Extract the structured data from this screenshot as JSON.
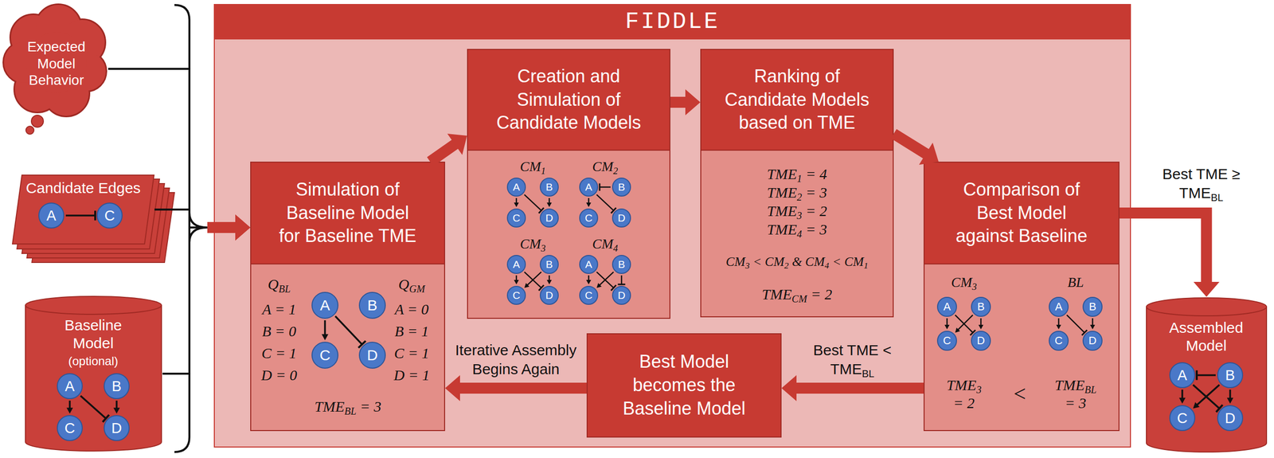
{
  "diagram": {
    "nodes": [
      {
        "text": [
          "Expected Model Behavior"
        ]
      },
      {
        "text": [
          "Candidate Edges"
        ]
      },
      {
        "text": [
          "A"
        ],
        "in": 1
      },
      {
        "text": [
          "C"
        ],
        "in": 1
      },
      {
        "text": [
          "Baseline Model",
          "(optional)"
        ]
      },
      {
        "text": [
          "A"
        ],
        "in": 4
      },
      {
        "text": [
          "B"
        ],
        "in": 4
      },
      {
        "text": [
          "C"
        ],
        "in": 4
      },
      {
        "text": [
          "D"
        ],
        "in": 4
      },
      {
        "text": [
          "FIDDLE"
        ]
      },
      {
        "text": [
          "Simulation of Baseline Model for Baseline TME",
          "QBL",
          "A = 1",
          "B = 0",
          "C = 1",
          "D = 0",
          "QGM",
          "A = 0",
          "B = 1",
          "C = 1",
          "D = 1",
          "TMEBL = 3"
        ],
        "in": 9
      },
      {
        "text": [
          "A"
        ],
        "in": 10
      },
      {
        "text": [
          "B"
        ],
        "in": 10
      },
      {
        "text": [
          "C"
        ],
        "in": 10
      },
      {
        "text": [
          "D"
        ],
        "in": 10
      },
      {
        "text": [
          "Creation and Simulation of Candidate Models",
          "CM1",
          "CM2",
          "CM3",
          "CM4"
        ],
        "in": 9
      },
      {
        "text": [
          "A"
        ],
        "in": 15
      },
      {
        "text": [
          "B"
        ],
        "in": 15
      },
      {
        "text": [
          "C"
        ],
        "in": 15
      },
      {
        "text": [
          "D"
        ],
        "in": 15
      },
      {
        "text": [
          "A"
        ],
        "in": 15
      },
      {
        "text": [
          "B"
        ],
        "in": 15
      },
      {
        "text": [
          "C"
        ],
        "in": 15
      },
      {
        "text": [
          "D"
        ],
        "in": 15
      },
      {
        "text": [
          "A"
        ],
        "in": 15
      },
      {
        "text": [
          "B"
        ],
        "in": 15
      },
      {
        "text": [
          "C"
        ],
        "in": 15
      },
      {
        "text": [
          "D"
        ],
        "in": 15
      },
      {
        "text": [
          "A"
        ],
        "in": 15
      },
      {
        "text": [
          "B"
        ],
        "in": 15
      },
      {
        "text": [
          "C"
        ],
        "in": 15
      },
      {
        "text": [
          "D"
        ],
        "in": 15
      },
      {
        "text": [
          "Ranking of Candidate Models based on TME",
          "TME1 = 4",
          "TME2 = 3",
          "TME3 = 2",
          "TME4 = 3",
          "CM3 < CM2 & CM4 < CM1",
          "TMECM = 2"
        ],
        "in": 9
      },
      {
        "text": [
          "Comparison of Best Model against Baseline",
          "CM3",
          "BL",
          "TME3 = 2",
          "<",
          "TMEBL = 3"
        ],
        "in": 9
      },
      {
        "text": [
          "A"
        ],
        "in": 33
      },
      {
        "text": [
          "B"
        ],
        "in": 33
      },
      {
        "text": [
          "C"
        ],
        "in": 33
      },
      {
        "text": [
          "D"
        ],
        "in": 33
      },
      {
        "text": [
          "A"
        ],
        "in": 33
      },
      {
        "text": [
          "B"
        ],
        "in": 33
      },
      {
        "text": [
          "C"
        ],
        "in": 33
      },
      {
        "text": [
          "D"
        ],
        "in": 33
      },
      {
        "text": [
          "Best Model becomes the Baseline Model"
        ],
        "in": 9
      },
      {
        "text": [
          "Assembled Model"
        ]
      },
      {
        "text": [
          "A"
        ],
        "in": 43
      },
      {
        "text": [
          "B"
        ],
        "in": 43
      },
      {
        "text": [
          "C"
        ],
        "in": 43
      },
      {
        "text": [
          "D"
        ],
        "in": 43
      }
    ],
    "edges": [
      {
        "from": 0,
        "to": 10,
        "arrow": "to"
      },
      {
        "from": 1,
        "to": 10,
        "arrow": "to"
      },
      {
        "from": 4,
        "to": 10,
        "arrow": "to"
      },
      {
        "from": 10,
        "to": 15,
        "arrow": "to"
      },
      {
        "from": 15,
        "to": 32,
        "arrow": "to"
      },
      {
        "from": 32,
        "to": 33,
        "arrow": "to"
      },
      {
        "from": 33,
        "to": 43,
        "label": "Best TME ≥ TMEBL",
        "arrow": "to"
      },
      {
        "from": 33,
        "to": 42,
        "label": "Best TME < TMEBL",
        "arrow": "to"
      },
      {
        "from": 42,
        "to": 10,
        "label": "Iterative Assembly Begins Again",
        "arrow": "to"
      },
      {
        "from": 2,
        "to": 3,
        "arrow": "to"
      },
      {
        "from": 5,
        "to": 7,
        "arrow": "to"
      },
      {
        "from": 6,
        "to": 8,
        "arrow": "to"
      },
      {
        "from": 5,
        "to": 8,
        "arrow": "to"
      },
      {
        "from": 11,
        "to": 13,
        "arrow": "to"
      },
      {
        "from": 11,
        "to": 14,
        "arrow": "to"
      },
      {
        "from": 16,
        "to": 18,
        "arrow": "to"
      },
      {
        "from": 16,
        "to": 19,
        "arrow": "to"
      },
      {
        "from": 17,
        "to": 19,
        "arrow": "to"
      },
      {
        "from": 21,
        "to": 20,
        "arrow": "to"
      },
      {
        "from": 20,
        "to": 22,
        "arrow": "to"
      },
      {
        "from": 20,
        "to": 23,
        "arrow": "to"
      },
      {
        "from": 24,
        "to": 26,
        "arrow": "to"
      },
      {
        "from": 25,
        "to": 27,
        "arrow": "to"
      },
      {
        "from": 24,
        "to": 27,
        "arrow": "to"
      },
      {
        "from": 25,
        "to": 26,
        "arrow": "to"
      },
      {
        "from": 28,
        "to": 30,
        "arrow": "to"
      },
      {
        "from": 28,
        "to": 31,
        "arrow": "to"
      },
      {
        "from": 29,
        "to": 30,
        "arrow": "to"
      },
      {
        "from": 29,
        "to": 31,
        "arrow": "to"
      },
      {
        "from": 34,
        "to": 36,
        "arrow": "to"
      },
      {
        "from": 35,
        "to": 37,
        "arrow": "to"
      },
      {
        "from": 34,
        "to": 37,
        "arrow": "to"
      },
      {
        "from": 35,
        "to": 36,
        "arrow": "to"
      },
      {
        "from": 38,
        "to": 40,
        "arrow": "to"
      },
      {
        "from": 39,
        "to": 41,
        "arrow": "to"
      },
      {
        "from": 38,
        "to": 41,
        "arrow": "to"
      },
      {
        "from": 45,
        "to": 44,
        "arrow": "to"
      },
      {
        "from": 44,
        "to": 46,
        "arrow": "to"
      },
      {
        "from": 45,
        "to": 47,
        "arrow": "to"
      },
      {
        "from": 44,
        "to": 47,
        "arrow": "to"
      },
      {
        "from": 45,
        "to": 46,
        "arrow": "to"
      }
    ]
  }
}
